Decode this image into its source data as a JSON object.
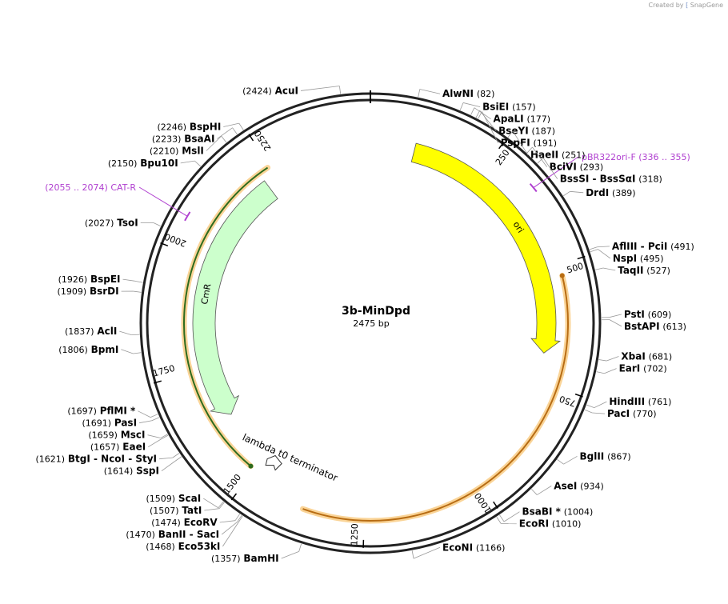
{
  "credit": {
    "prefix": "Created by",
    "brand": "SnapGene"
  },
  "plasmid": {
    "name": "3b-MinDpd",
    "length_label": "2475 bp",
    "length": 2475
  },
  "colors": {
    "ori": "#ffff00",
    "cmr": "#ccffcc",
    "orf": "#f5b041",
    "primer": "#b040d0",
    "backbone": "#222222"
  },
  "ticks": [
    {
      "pos": 250,
      "label": "250"
    },
    {
      "pos": 500,
      "label": "500"
    },
    {
      "pos": 750,
      "label": "750"
    },
    {
      "pos": 1000,
      "label": "1000"
    },
    {
      "pos": 1250,
      "label": "1250"
    },
    {
      "pos": 1500,
      "label": "1500"
    },
    {
      "pos": 1750,
      "label": "1750"
    },
    {
      "pos": 2000,
      "label": "2000"
    },
    {
      "pos": 2250,
      "label": "2250"
    }
  ],
  "features": [
    {
      "name": "ori",
      "label": "ori",
      "start": 98,
      "end": 686,
      "direction": "forward",
      "color_key": "ori"
    },
    {
      "name": "CmR",
      "label": "CmR",
      "start": 1628,
      "end": 2223,
      "direction": "reverse",
      "color_key": "cmr"
    },
    {
      "name": "lambda t0 terminator",
      "label": "lambda t0 terminator",
      "pos": 1472,
      "direction": "forward"
    }
  ],
  "orfs": [
    {
      "start": 1512,
      "end": 2245,
      "direction": "reverse"
    },
    {
      "start": 523,
      "end": 1375,
      "direction": "reverse"
    }
  ],
  "primers": [
    {
      "name": "pBR322ori-F",
      "label": "pBR322ori-F",
      "range": "(336 .. 355)",
      "start": 336,
      "end": 355,
      "direction": "forward"
    },
    {
      "name": "CAT-R",
      "label": "CAT-R",
      "range": "(2055 .. 2074)",
      "start": 2055,
      "end": 2074,
      "direction": "reverse"
    }
  ],
  "sites": [
    {
      "name": "AcuI",
      "pos": 2424
    },
    {
      "name": "AlwNI",
      "pos": 82
    },
    {
      "name": "BsiEI",
      "pos": 157
    },
    {
      "name": "ApaLI",
      "pos": 177
    },
    {
      "name": "BseYI",
      "pos": 187
    },
    {
      "name": "PspFI",
      "pos": 191
    },
    {
      "name": "HaeII",
      "pos": 251
    },
    {
      "name": "BciVI",
      "pos": 293
    },
    {
      "name": "BssSI - BssSαI",
      "pos": 318
    },
    {
      "name": "DrdI",
      "pos": 389
    },
    {
      "name": "AflIII - PciI",
      "pos": 491
    },
    {
      "name": "NspI",
      "pos": 495
    },
    {
      "name": "TaqII",
      "pos": 527
    },
    {
      "name": "PstI",
      "pos": 609
    },
    {
      "name": "BstAPI",
      "pos": 613
    },
    {
      "name": "XbaI",
      "pos": 681
    },
    {
      "name": "EarI",
      "pos": 702
    },
    {
      "name": "HindIII",
      "pos": 761
    },
    {
      "name": "PacI",
      "pos": 770
    },
    {
      "name": "BglII",
      "pos": 867
    },
    {
      "name": "AseI",
      "pos": 934
    },
    {
      "name": "BsaBI *",
      "pos": 1004
    },
    {
      "name": "EcoRI",
      "pos": 1010
    },
    {
      "name": "EcoNI",
      "pos": 1166
    },
    {
      "name": "BamHI",
      "pos": 1357
    },
    {
      "name": "Eco53kI",
      "pos": 1468
    },
    {
      "name": "BanII - SacI",
      "pos": 1470
    },
    {
      "name": "EcoRV",
      "pos": 1474
    },
    {
      "name": "TatI",
      "pos": 1507
    },
    {
      "name": "ScaI",
      "pos": 1509
    },
    {
      "name": "SspI",
      "pos": 1614
    },
    {
      "name": "BtgI - NcoI - StyI",
      "pos": 1621
    },
    {
      "name": "EaeI",
      "pos": 1657
    },
    {
      "name": "MscI",
      "pos": 1659
    },
    {
      "name": "PasI",
      "pos": 1691
    },
    {
      "name": "PflMI *",
      "pos": 1697
    },
    {
      "name": "BpmI",
      "pos": 1806
    },
    {
      "name": "AclI",
      "pos": 1837
    },
    {
      "name": "BsrDI",
      "pos": 1909
    },
    {
      "name": "BspEI",
      "pos": 1926
    },
    {
      "name": "TsoI",
      "pos": 2027
    },
    {
      "name": "Bpu10I",
      "pos": 2150
    },
    {
      "name": "MslI",
      "pos": 2210
    },
    {
      "name": "BsaAI",
      "pos": 2233
    },
    {
      "name": "BspHI",
      "pos": 2246
    }
  ]
}
